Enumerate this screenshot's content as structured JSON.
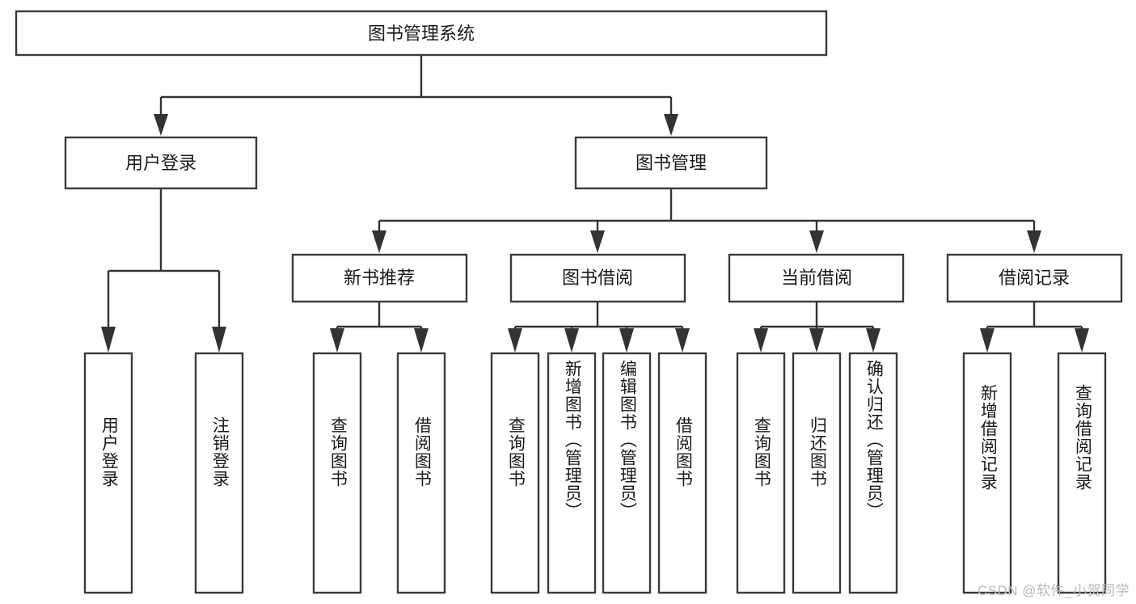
{
  "diagram": {
    "type": "tree",
    "title": "图书管理系统",
    "orientation": "top-down",
    "levels": 4,
    "root": {
      "id": "root",
      "label": "图书管理系统"
    },
    "level2": [
      {
        "id": "user-login",
        "label": "用户登录"
      },
      {
        "id": "book-manage",
        "label": "图书管理"
      }
    ],
    "level3": [
      {
        "id": "new-book-recommend",
        "label": "新书推荐",
        "parent": "book-manage"
      },
      {
        "id": "book-borrow",
        "label": "图书借阅",
        "parent": "book-manage"
      },
      {
        "id": "current-borrow",
        "label": "当前借阅",
        "parent": "book-manage"
      },
      {
        "id": "borrow-record",
        "label": "借阅记录",
        "parent": "book-manage"
      }
    ],
    "leaves": {
      "user-login": [
        {
          "id": "leaf-user-login",
          "label": "用户登录"
        },
        {
          "id": "leaf-user-logout",
          "label": "注销登录"
        }
      ],
      "new-book-recommend": [
        {
          "id": "leaf-query-book-1",
          "label": "查询图书"
        },
        {
          "id": "leaf-borrow-book-1",
          "label": "借阅图书"
        }
      ],
      "book-borrow": [
        {
          "id": "leaf-query-book-2",
          "label": "查询图书"
        },
        {
          "id": "leaf-add-book",
          "label": "新增图书（管理员）"
        },
        {
          "id": "leaf-edit-book",
          "label": "编辑图书（管理员）"
        },
        {
          "id": "leaf-borrow-book-2",
          "label": "借阅图书"
        }
      ],
      "current-borrow": [
        {
          "id": "leaf-query-book-3",
          "label": "查询图书"
        },
        {
          "id": "leaf-return-book",
          "label": "归还图书"
        },
        {
          "id": "leaf-confirm-return",
          "label": "确认归还（管理员）"
        }
      ],
      "borrow-record": [
        {
          "id": "leaf-add-record",
          "label": "新增借阅记录"
        },
        {
          "id": "leaf-query-record",
          "label": "查询借阅记录"
        }
      ]
    }
  },
  "watermark": {
    "text": "CSDN @软件_小贺同学"
  },
  "colors": {
    "box_stroke": "#3a3a3a",
    "connector": "#333333",
    "text": "#1a1a1a",
    "background": "#ffffff",
    "watermark": "#b9b9b9"
  }
}
